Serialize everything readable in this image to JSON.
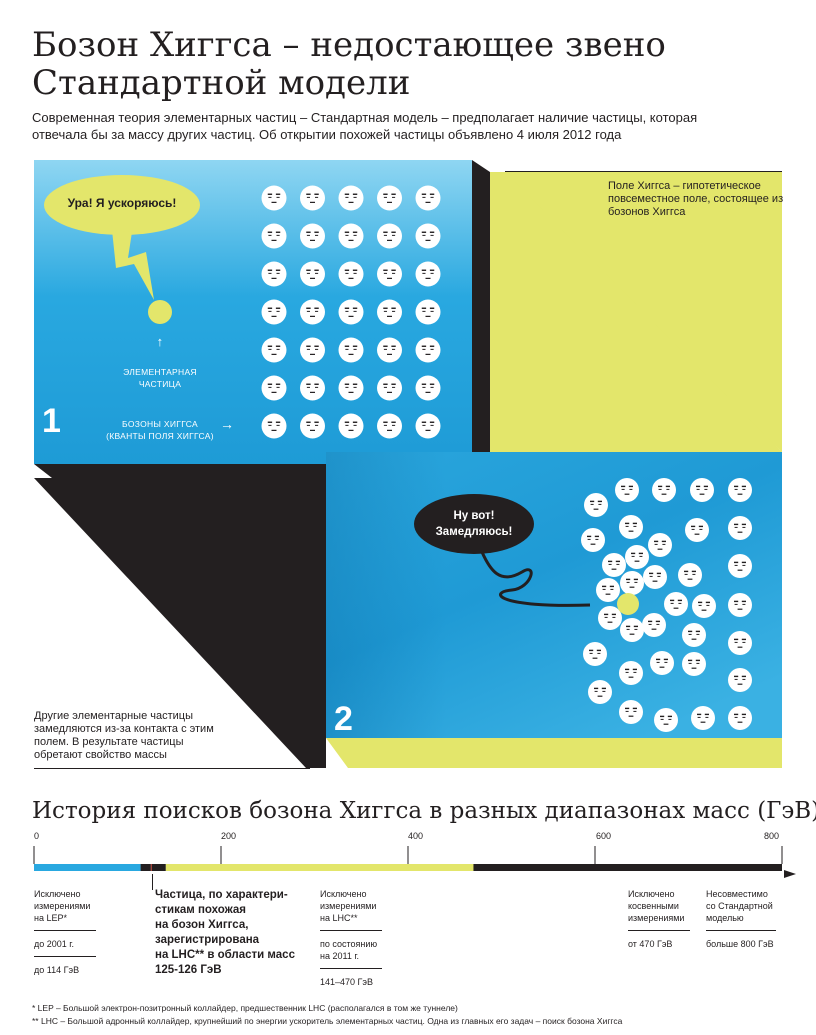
{
  "header": {
    "title_line1": "Бозон Хиггса – недостающее звено",
    "title_line2": "Стандартной модели",
    "subtitle": "Современная теория элементарных частиц – Стандартная модель – предполагает наличие частицы, которая отвечала бы за массу других частиц. Об открытии похожей частицы объявлено 4 июля 2012 года"
  },
  "field_note": "Поле Хиггса – гипотетическое повсеместное поле, состоящее из бозонов Хиггса",
  "mass_note": "Другие элементарные частицы замедляются из-за контакта с этим полем. В результате частицы обретают свойство массы",
  "panel1": {
    "number": "1",
    "bubble": "Ура! Я ускоряюсь!",
    "label_particle_1": "ЭЛЕМЕНТАРНАЯ",
    "label_particle_2": "ЧАСТИЦА",
    "label_bosons_1": "БОЗОНЫ ХИГГСА",
    "label_bosons_2": "(КВАНТЫ ПОЛЯ ХИГГСА)",
    "arrow_up": "↑",
    "arrow_right": "→"
  },
  "panel2": {
    "number": "2",
    "bubble_line1": "Ну вот!",
    "bubble_line2": "Замедляюсь!"
  },
  "history": {
    "title": "История поисков бозона Хиггса в разных диапазонах масс (ГэВ)",
    "ticks": [
      "0",
      "200",
      "400",
      "600",
      "800"
    ],
    "ranges": [
      {
        "from": 0,
        "to": 114,
        "color": "#29a8e0"
      },
      {
        "from": 114,
        "to": 125,
        "color": "#231f20"
      },
      {
        "from": 125,
        "to": 126,
        "color": "#c0392b"
      },
      {
        "from": 126,
        "to": 141,
        "color": "#231f20"
      },
      {
        "from": 141,
        "to": 470,
        "color": "#e3e66b"
      },
      {
        "from": 470,
        "to": 800,
        "color": "#231f20"
      }
    ],
    "annotations": {
      "lep_1": "Исключено",
      "lep_2": "измерениями",
      "lep_3": "на LEP*",
      "lep_date": "до 2001 г.",
      "lep_range": "до 114 ГэВ",
      "lhc_found_1": "Частица, по характери-",
      "lhc_found_2": "стикам похожая",
      "lhc_found_3": "на бозон Хиггса,",
      "lhc_found_4": "зарегистрирована",
      "lhc_found_5": "на LHC** в области масс",
      "lhc_found_6": "125-126 ГэВ",
      "lhc_ex_1": "Исключено",
      "lhc_ex_2": "измерениями",
      "lhc_ex_3": "на LHC**",
      "lhc_ex_date_1": "по состоянию",
      "lhc_ex_date_2": "на 2011 г.",
      "lhc_ex_range": "141–470 ГэВ",
      "indirect_1": "Исключено",
      "indirect_2": "косвенными",
      "indirect_3": "измерениями",
      "indirect_range": "от 470 ГэВ",
      "incompat_1": "Несовместимо",
      "incompat_2": "со Стандартной",
      "incompat_3": "моделью",
      "incompat_range": "больше 800 ГэВ"
    }
  },
  "footnotes": {
    "lep": "* LEP – Большой электрон-позитронный коллайдер, предшественник LHC (располагался в том же туннеле)",
    "lhc": "** LHC – Большой адронный коллайдер, крупнейший по энергии ускоритель элементарных частиц. Одна из главных его задач – поиск бозона Хиггса"
  },
  "colors": {
    "blue": "#29a8e0",
    "yellow": "#e3e66b",
    "dark": "#231f20",
    "particle": "#e3e66b"
  }
}
